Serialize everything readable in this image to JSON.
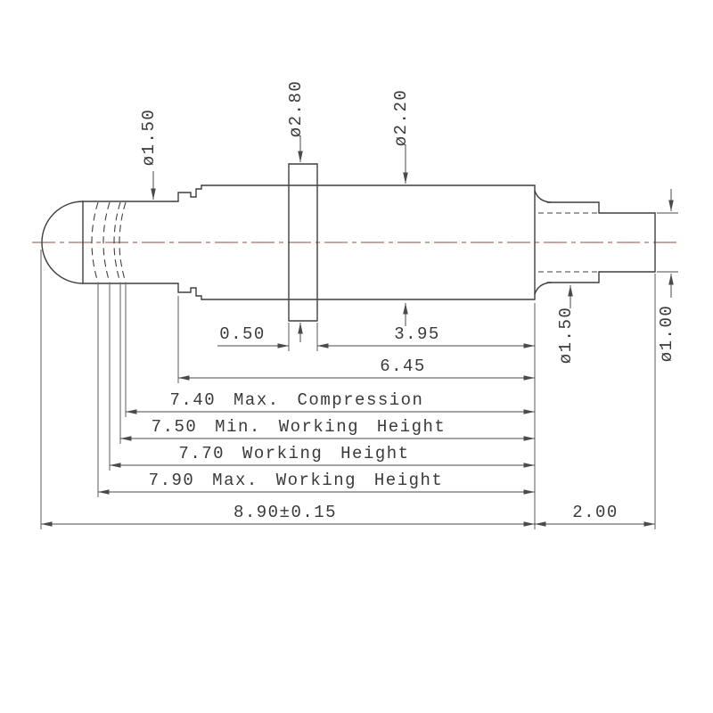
{
  "drawing": {
    "colors": {
      "outline": "#3f3f3f",
      "dimension": "#4a4a4a",
      "centerline": "#9a4a42",
      "text": "#3a3a3a",
      "background": "#ffffff"
    },
    "diameters": {
      "plunger": "ø1.50",
      "flange": "ø2.80",
      "barrel": "ø2.20",
      "tail_collar": "ø1.50",
      "tail_tip": "ø1.00"
    },
    "lengths": {
      "flange_width": "0.50",
      "flange_to_barrel_end": "3.95",
      "barrel_section": "6.45",
      "max_compression": "7.40 Max. Compression",
      "min_working_height": "7.50 Min. Working Height",
      "working_height": "7.70 Working Height",
      "max_working_height": "7.90 Max. Working Height",
      "overall_length": "8.90±0.15",
      "tail_length": "2.00"
    }
  }
}
